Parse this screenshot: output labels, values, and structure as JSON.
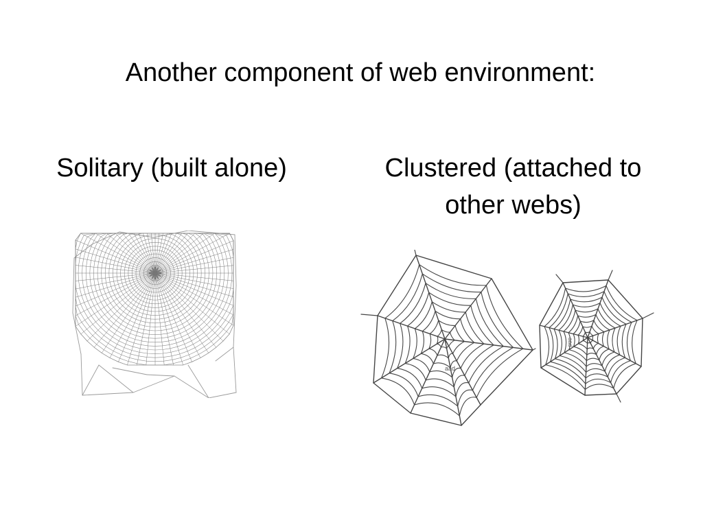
{
  "slide": {
    "title": "Another component of web environment:",
    "columns": [
      {
        "heading": "Solitary (built alone)",
        "figure_icon": "orb-web-solitary-icon"
      },
      {
        "heading": "Clustered (attached to other webs)",
        "figure_icon": "orb-webs-clustered-icon",
        "web_labels": [
          "aad",
          "aad"
        ]
      }
    ]
  }
}
